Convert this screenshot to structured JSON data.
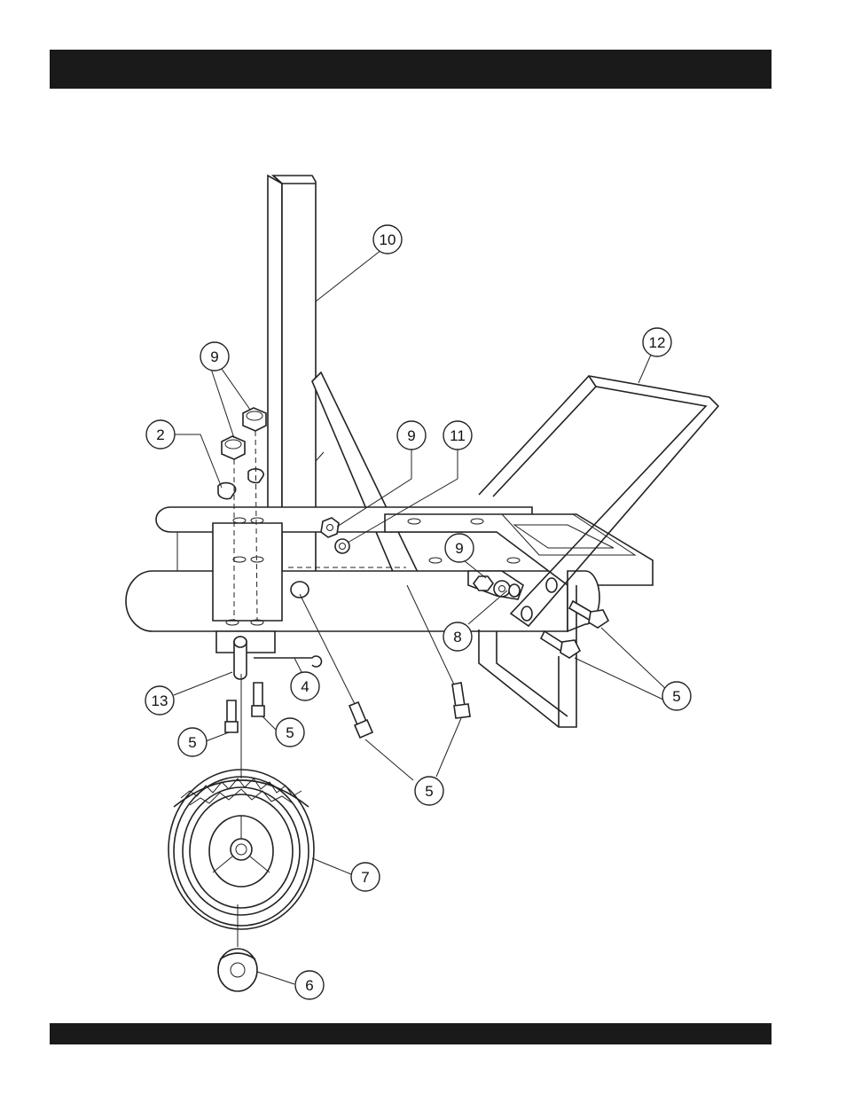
{
  "callouts": {
    "c10": "10",
    "c12": "12",
    "c9a": "9",
    "c2": "2",
    "c9b": "9",
    "c11": "11",
    "c9c": "9",
    "c8": "8",
    "c13": "13",
    "c4": "4",
    "c5a": "5",
    "c5b": "5",
    "c5c": "5",
    "c5d": "5",
    "c7": "7",
    "c6": "6"
  }
}
